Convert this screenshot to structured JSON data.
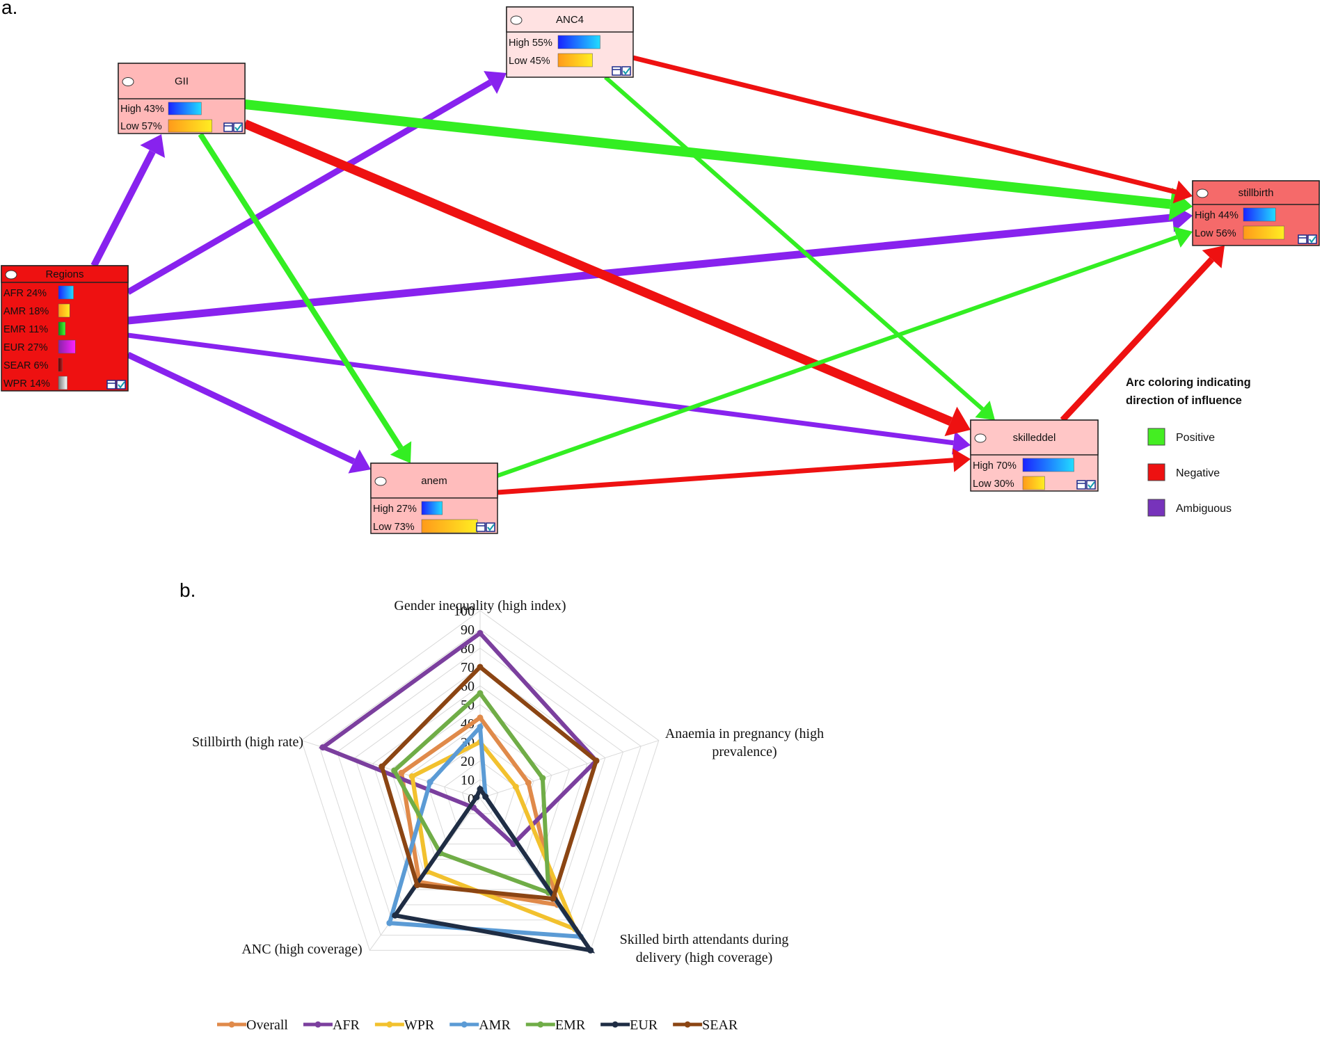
{
  "panel_a": {
    "label": "a.",
    "nodes": [
      {
        "id": "ANC4",
        "title": "ANC4",
        "header_color": "#ffe2e2",
        "body_color": "#ffe2e2",
        "rows": [
          {
            "label": "High",
            "pct": "55%",
            "value": 55
          },
          {
            "label": "Low",
            "pct": "45%",
            "value": 45
          }
        ]
      },
      {
        "id": "GII",
        "title": "GII",
        "header_color": "#ffb8b8",
        "body_color": "#ffb8b8",
        "rows": [
          {
            "label": "High",
            "pct": "43%",
            "value": 43
          },
          {
            "label": "Low",
            "pct": "57%",
            "value": 57
          }
        ]
      },
      {
        "id": "Regions",
        "title": "Regions",
        "header_color": "#ee1111",
        "body_color": "#ee1111",
        "rows": [
          {
            "label": "AFR",
            "pct": "24%",
            "value": 24
          },
          {
            "label": "AMR",
            "pct": "18%",
            "value": 18
          },
          {
            "label": "EMR",
            "pct": "11%",
            "value": 11
          },
          {
            "label": "EUR",
            "pct": "27%",
            "value": 27
          },
          {
            "label": "SEAR",
            "pct": "6%",
            "value": 6
          },
          {
            "label": "WPR",
            "pct": "14%",
            "value": 14
          }
        ]
      },
      {
        "id": "stillbirth",
        "title": "stillbirth",
        "header_color": "#f56a6a",
        "body_color": "#f56a6a",
        "rows": [
          {
            "label": "High",
            "pct": "44%",
            "value": 44
          },
          {
            "label": "Low",
            "pct": "56%",
            "value": 56
          }
        ]
      },
      {
        "id": "skilleddel",
        "title": "skilleddel",
        "header_color": "#ffc6c6",
        "body_color": "#ffc6c6",
        "rows": [
          {
            "label": "High",
            "pct": "70%",
            "value": 70
          },
          {
            "label": "Low",
            "pct": "30%",
            "value": 30
          }
        ]
      },
      {
        "id": "anem",
        "title": "anem",
        "header_color": "#ffbcbc",
        "body_color": "#ffbcbc",
        "rows": [
          {
            "label": "High",
            "pct": "27%",
            "value": 27
          },
          {
            "label": "Low",
            "pct": "73%",
            "value": 73
          }
        ]
      }
    ],
    "edges": [
      {
        "from": "Regions",
        "to": "GII",
        "influence": "ambiguous"
      },
      {
        "from": "Regions",
        "to": "ANC4",
        "influence": "ambiguous"
      },
      {
        "from": "Regions",
        "to": "stillbirth",
        "influence": "ambiguous"
      },
      {
        "from": "Regions",
        "to": "skilleddel",
        "influence": "ambiguous"
      },
      {
        "from": "Regions",
        "to": "anem",
        "influence": "ambiguous"
      },
      {
        "from": "GII",
        "to": "stillbirth",
        "influence": "positive"
      },
      {
        "from": "GII",
        "to": "skilleddel",
        "influence": "negative"
      },
      {
        "from": "GII",
        "to": "anem",
        "influence": "positive"
      },
      {
        "from": "ANC4",
        "to": "stillbirth",
        "influence": "negative"
      },
      {
        "from": "ANC4",
        "to": "skilleddel",
        "influence": "positive"
      },
      {
        "from": "anem",
        "to": "stillbirth",
        "influence": "positive"
      },
      {
        "from": "anem",
        "to": "skilleddel",
        "influence": "negative"
      },
      {
        "from": "skilleddel",
        "to": "stillbirth",
        "influence": "negative"
      }
    ],
    "legend": {
      "title_line1": "Arc coloring indicating",
      "title_line2": "direction of influence",
      "items": [
        {
          "label": "Positive",
          "color": "#44ee22"
        },
        {
          "label": "Negative",
          "color": "#ee1111"
        },
        {
          "label": "Ambiguous",
          "color": "#7733bb"
        }
      ]
    },
    "colors": {
      "positive": "#33ee22",
      "negative": "#ee1111",
      "ambiguous": "#8822ee"
    }
  },
  "panel_b": {
    "label": "b.",
    "chart_data": {
      "type": "radar",
      "axes": [
        {
          "label_lines": [
            "Gender inequality (high index)"
          ]
        },
        {
          "label_lines": [
            "Anaemia in pregnancy (high",
            "prevalence)"
          ]
        },
        {
          "label_lines": [
            "Skilled birth attendants during",
            "delivery (high coverage)"
          ]
        },
        {
          "label_lines": [
            "ANC  (high coverage)"
          ]
        },
        {
          "label_lines": [
            "Stillbirth (high rate)"
          ]
        }
      ],
      "ticks": [
        "0",
        "10",
        "20",
        "30",
        "40",
        "50",
        "60",
        "70",
        "80",
        "90",
        "100"
      ],
      "range": [
        0,
        100
      ],
      "series": [
        {
          "name": "Overall",
          "color": "#e08a4a",
          "values": [
            43,
            27,
            70,
            55,
            44
          ]
        },
        {
          "name": "AFR",
          "color": "#7b3f9e",
          "values": [
            88,
            65,
            30,
            6,
            88
          ]
        },
        {
          "name": "WPR",
          "color": "#f2c12e",
          "values": [
            30,
            20,
            86,
            48,
            38
          ]
        },
        {
          "name": "AMR",
          "color": "#5b9bd5",
          "values": [
            38,
            3,
            91,
            82,
            28
          ]
        },
        {
          "name": "EMR",
          "color": "#70ad47",
          "values": [
            56,
            35,
            62,
            36,
            48
          ]
        },
        {
          "name": "EUR",
          "color": "#1f2d44",
          "values": [
            5,
            3,
            100,
            77,
            2
          ]
        },
        {
          "name": "SEAR",
          "color": "#8b4513",
          "values": [
            70,
            65,
            66,
            57,
            55
          ]
        }
      ]
    }
  }
}
